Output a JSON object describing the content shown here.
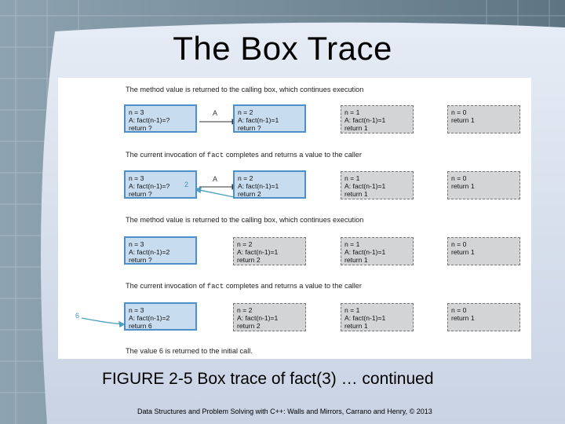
{
  "slide": {
    "title": "The Box Trace",
    "caption": "FIGURE 2-5 Box trace of fact(3)   … continued",
    "credit": "Data Structures and Problem Solving with C++: Walls and Mirrors, Carrano and Henry, © 2013"
  },
  "figure": {
    "messages": [
      {
        "pre": "The method value is returned to the calling box, which continues execution",
        "code": "",
        "post": ""
      },
      {
        "pre": "The current invocation of ",
        "code": "fact",
        "post": " completes and returns a value to the caller"
      },
      {
        "pre": "The method value is returned to the calling box, which continues execution",
        "code": "",
        "post": ""
      },
      {
        "pre": "The current invocation of ",
        "code": "fact",
        "post": " completes and returns a value to the caller"
      },
      {
        "pre": "The value 6 is returned to the initial call.",
        "code": "",
        "post": ""
      }
    ],
    "rows": [
      {
        "boxes": [
          {
            "l1": "n = 3",
            "l2": "A: fact(n-1)=?",
            "l3": "return ?"
          },
          {
            "l1": "n = 2",
            "l2": "A: fact(n-1)=1",
            "l3": "return ?"
          },
          {
            "l1": "n = 1",
            "l2": "A: fact(n-1)=1",
            "l3": "return 1"
          },
          {
            "l1": "n = 0",
            "l2": "",
            "l3": "return 1"
          }
        ],
        "arrow_label": "A"
      },
      {
        "boxes": [
          {
            "l1": "n = 3",
            "l2": "A: fact(n-1)=?",
            "l3": "return ?"
          },
          {
            "l1": "n = 2",
            "l2": "A: fact(n-1)=1",
            "l3": "return 2"
          },
          {
            "l1": "n = 1",
            "l2": "A: fact(n-1)=1",
            "l3": "return 1"
          },
          {
            "l1": "n = 0",
            "l2": "",
            "l3": "return 1"
          }
        ],
        "arrow_label": "A",
        "return_label": "2"
      },
      {
        "boxes": [
          {
            "l1": "n = 3",
            "l2": "A: fact(n-1)=2",
            "l3": "return ?"
          },
          {
            "l1": "n = 2",
            "l2": "A: fact(n-1)=1",
            "l3": "return 2"
          },
          {
            "l1": "n = 1",
            "l2": "A: fact(n-1)=1",
            "l3": "return 1"
          },
          {
            "l1": "n = 0",
            "l2": "",
            "l3": "return 1"
          }
        ]
      },
      {
        "boxes": [
          {
            "l1": "n = 3",
            "l2": "A: fact(n-1)=2",
            "l3": "return 6"
          },
          {
            "l1": "n = 2",
            "l2": "A: fact(n-1)=1",
            "l3": "return 2"
          },
          {
            "l1": "n = 1",
            "l2": "A: fact(n-1)=1",
            "l3": "return 1"
          },
          {
            "l1": "n = 0",
            "l2": "",
            "l3": "return 1"
          }
        ],
        "return_label": "6"
      }
    ]
  },
  "colors": {
    "active_fill": "#c8dcef",
    "active_border": "#4f8fc7",
    "inactive_fill": "#d3d4d6",
    "slide_panel": "#dfe7f2",
    "arrow": "#4f9fbf"
  }
}
